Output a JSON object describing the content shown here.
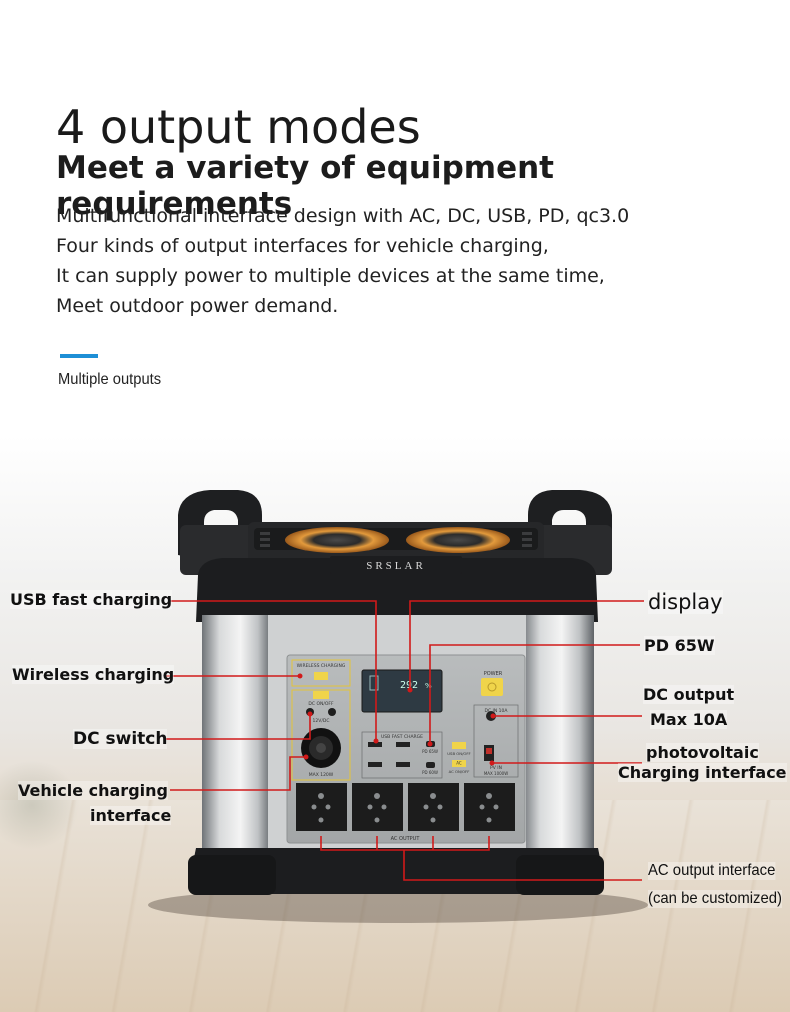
{
  "header": {
    "title": "4 output modes",
    "subtitle": "Meet a variety of equipment requirements",
    "description": [
      "Multifunctional interface design with AC, DC, USB, PD, qc3.0",
      "Four kinds of output interfaces for vehicle charging,",
      "It can supply power to multiple devices at the same time,",
      "Meet outdoor power demand."
    ],
    "tag": "Multiple outputs"
  },
  "device": {
    "brand": "SRSLAR",
    "panel": {
      "wireless": "WIRELESS CHARGING",
      "dc_onoff": "DC ON/OFF",
      "dc_voltage": "12V/DC",
      "car_max": "MAX 120W",
      "usb_fast": "USB FAST CHARGE",
      "pd65": "PD 65W",
      "pd60": "PD 60W",
      "usb_onoff": "USB ON/OFF",
      "ac_onoff": "AC ON/OFF",
      "ac_badge": "AC",
      "dc_in": "DC IN 10A",
      "pv_in": "PV IN",
      "pv_max": "MAX 1000W",
      "ac_output": "AC OUTPUT",
      "power": "POWER",
      "display_value": "292",
      "display_unit": "%"
    }
  },
  "callouts": {
    "usb_fast_charging": "USB fast charging",
    "wireless_charging": "Wireless charging",
    "dc_switch": "DC switch",
    "vehicle_charging_1": "Vehicle charging",
    "vehicle_charging_2": "interface",
    "display": "display",
    "pd_65w": "PD 65W",
    "dc_output_1": "DC output",
    "dc_output_2": "Max 10A",
    "photovoltaic_1": "photovoltaic",
    "photovoltaic_2": "Charging interface",
    "ac_output_1": "AC output interface",
    "ac_output_2": "(can be customized)"
  },
  "colors": {
    "accent_blue": "#1d8fd6",
    "callout_red": "#d11a1a",
    "wireless_orange": "#e39a3c",
    "switch_yellow": "#f0d44a"
  }
}
